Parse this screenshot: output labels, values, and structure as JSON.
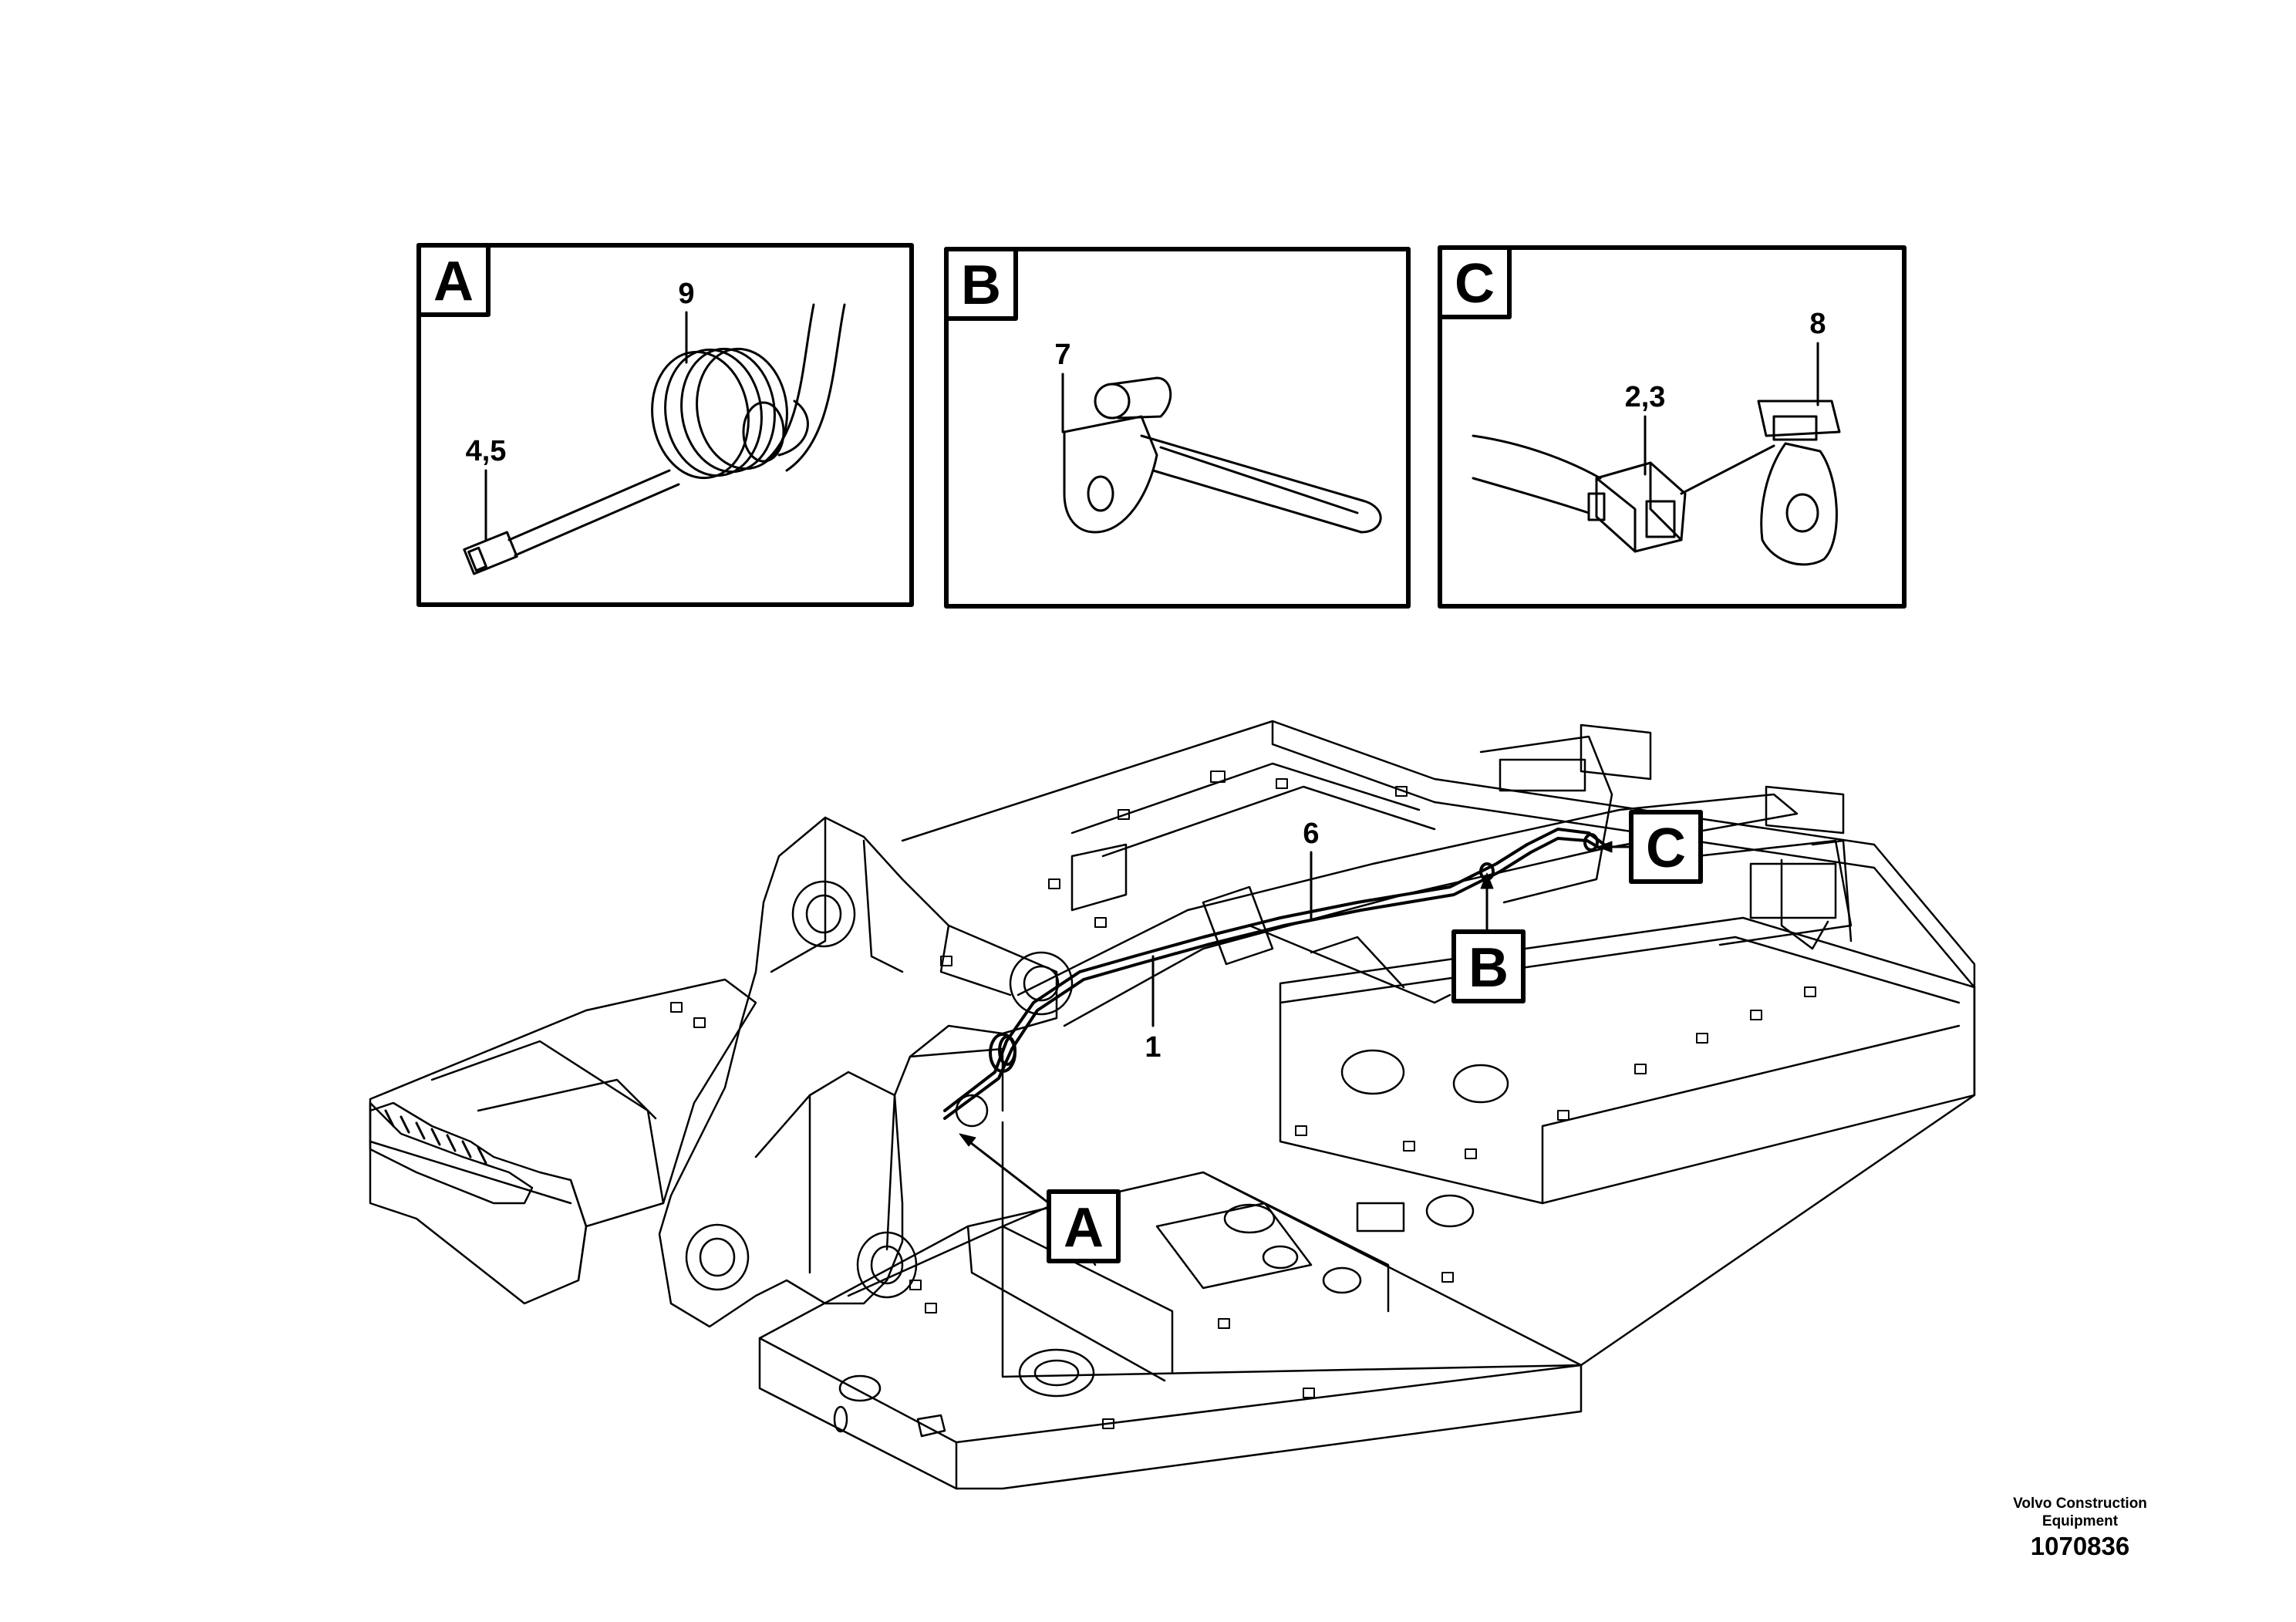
{
  "details": {
    "A": {
      "letter": "A",
      "callouts": [
        "9",
        "4,5"
      ]
    },
    "B": {
      "letter": "B",
      "callouts": [
        "7"
      ]
    },
    "C": {
      "letter": "C",
      "callouts": [
        "8",
        "2,3"
      ]
    }
  },
  "main_view": {
    "callouts": [
      "6",
      "1"
    ],
    "pointers": [
      "A",
      "B",
      "C"
    ]
  },
  "footer": {
    "brand_line1": "Volvo Construction",
    "brand_line2": "Equipment",
    "doc_number": "1070836"
  }
}
